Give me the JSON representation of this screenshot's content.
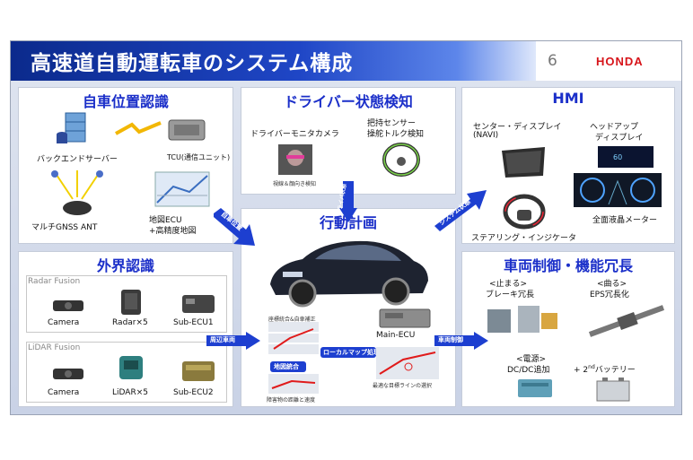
{
  "header": {
    "title": "高速道自動運転車のシステム構成",
    "page_number": "6",
    "logo": "HONDA"
  },
  "colors": {
    "header_blue": "#1f46c6",
    "panel_title": "#1b2fc9",
    "arrow_blue": "#1d3fd0",
    "logo_red": "#d7141a"
  },
  "self_position": {
    "title": "自車位置認識",
    "items": [
      "バックエンドサーバー",
      "TCU(通信ユニット)",
      "マルチGNSS ANT",
      "地図ECU",
      "+高精度地図"
    ]
  },
  "driver_state": {
    "title": "ドライバー状態検知",
    "camera": "ドライバーモニタカメラ",
    "grip_1": "把持センサー",
    "grip_2": "操舵トルク検知",
    "caption": "視線＆顔向き検知"
  },
  "hmi": {
    "title": "HMI",
    "center_1": "センター・ディスプレイ",
    "center_2": "(NAVI)",
    "hud_1": "ヘッドアップ",
    "hud_2": "ディスプレイ",
    "steering": "ステアリング・インジケータ",
    "meter": "全面液晶メーター"
  },
  "external": {
    "title": "外界認識",
    "radar": {
      "label": "Radar Fusion",
      "items": [
        "Camera",
        "Radar×5",
        "Sub-ECU1"
      ]
    },
    "lidar": {
      "label": "LiDAR Fusion",
      "items": [
        "Camera",
        "LiDAR×5",
        "Sub-ECU2"
      ]
    }
  },
  "planning": {
    "title": "行動計画",
    "main_ecu": "Main-ECU",
    "coord": "座標統合&自車補正",
    "tag_fusion": "地図統合",
    "tag_local": "ローカルマップ処理",
    "obstacle": "障害物の距離と速度",
    "optimal": "最適な目標ラインの選択"
  },
  "vehicle_control": {
    "title": "車両制御・機能冗長",
    "stop_1": "<止まる>",
    "stop_2": "ブレーキ冗長",
    "turn_1": "<曲る>",
    "turn_2": "EPS冗長化",
    "power_1": "<電源>",
    "power_2": "DC/DC追加",
    "battery_prefix": "+ 2",
    "battery_sup": "nd",
    "battery_suffix": "バッテリー"
  },
  "arrows": {
    "self_position": "自車位置",
    "driver_state": "ドライバ状態",
    "system_state": "システム状態",
    "surroundings": "周辺車両",
    "vehicle_control": "車両制御"
  }
}
